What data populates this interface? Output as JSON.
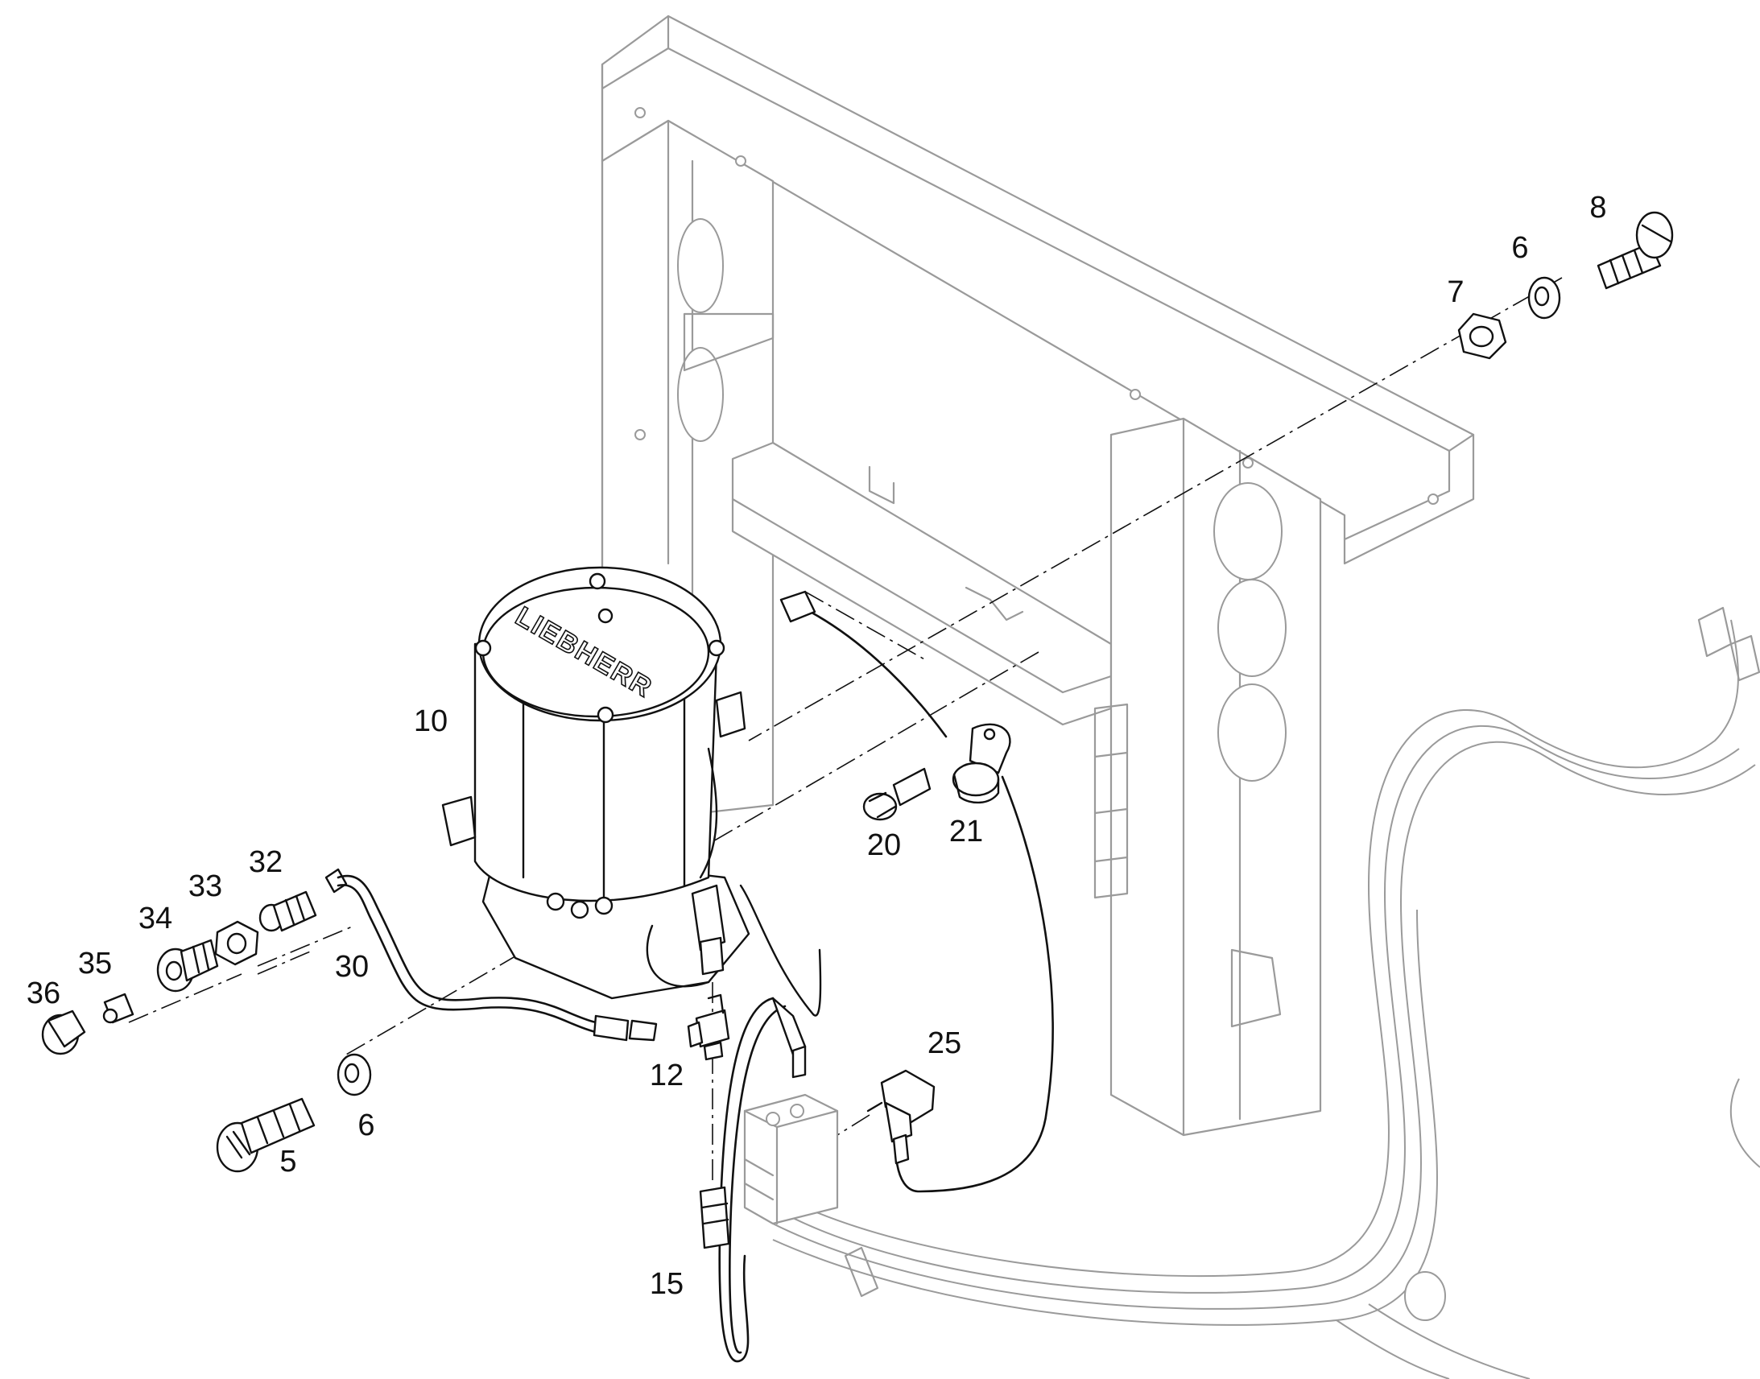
{
  "brand_logo_text": "LIEBHERR",
  "callouts": [
    {
      "id": "c8",
      "text": "8"
    },
    {
      "id": "c6a",
      "text": "6"
    },
    {
      "id": "c7",
      "text": "7"
    },
    {
      "id": "c10",
      "text": "10"
    },
    {
      "id": "c20",
      "text": "20"
    },
    {
      "id": "c21",
      "text": "21"
    },
    {
      "id": "c32",
      "text": "32"
    },
    {
      "id": "c33",
      "text": "33"
    },
    {
      "id": "c34",
      "text": "34"
    },
    {
      "id": "c35",
      "text": "35"
    },
    {
      "id": "c36",
      "text": "36"
    },
    {
      "id": "c30",
      "text": "30"
    },
    {
      "id": "c12",
      "text": "12"
    },
    {
      "id": "c6b",
      "text": "6"
    },
    {
      "id": "c5",
      "text": "5"
    },
    {
      "id": "c25",
      "text": "25"
    },
    {
      "id": "c15",
      "text": "15"
    }
  ]
}
